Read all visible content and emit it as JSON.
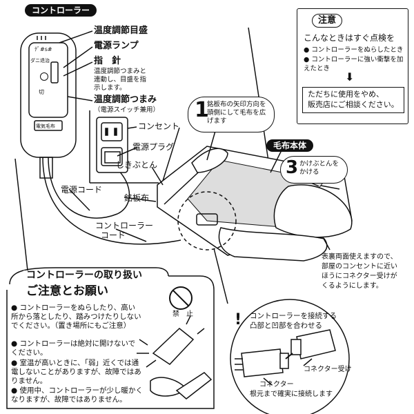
{
  "title_badge": "コントローラー",
  "controller_labels": {
    "scale": "温度調節目盛",
    "lamp": "電源ランプ",
    "pointer": "指　針",
    "pointer_desc": [
      "温度調節つまみと",
      "連動し、目盛を指",
      "示します。"
    ],
    "knob": "温度調節つまみ",
    "knob_sub": "（電源スイッチ兼用）"
  },
  "outlet_labels": {
    "outlet": "コンセント",
    "plug": "電源プラグ",
    "shikibuton": "しきぶとん",
    "power_cord": "電源コード",
    "nameplate": "銘板布",
    "controller_cord": [
      "コントローラー",
      "コード"
    ]
  },
  "device_text": {
    "top": "ﾃﾞ#s#",
    "mid": "ダニ退治",
    "off": "切",
    "brand": "電気毛布"
  },
  "caution": {
    "tag": "注意",
    "heading": "こんなときはすぐ点検を",
    "bullets": [
      "コントローラーをぬらしたとき",
      "コントローラーに強い衝撃を加えたとき"
    ],
    "arrow": "⬇",
    "action": [
      "ただちに使用をやめ、",
      "販売店にご相談ください。"
    ]
  },
  "steps": {
    "step1_num": "1",
    "step1_text": [
      "銘板布の矢印方向を",
      "頭側にして毛布を広",
      "げます"
    ],
    "blanket_label": "毛布本体",
    "step3_num": "3",
    "step3_text": [
      "かけぶとんを",
      "かける"
    ]
  },
  "reversible_note": [
    "表裏両面使えますので、",
    "部屋のコンセントに近い",
    "ほうにコネクター受けが",
    "くるようにします。"
  ],
  "handling": {
    "section_title": "コントローラーの取り扱い",
    "subtitle": "ご注意とお願い",
    "prohibit_label": "禁　止",
    "bullets": [
      "コントローラーをぬらしたり、高い所から落としたり、踏みつけたりしないでください。（置き場所にもご注意）",
      "コントローラーは絶対に開けないでください。",
      "室温が高いときに、「弱」近くでは通電しないことがありますが、故障ではありません。",
      "使用中、コントローラーが少し暖かくなりますが、故障ではありません。"
    ]
  },
  "connector": {
    "exclaim": "!",
    "instruction": [
      "コントローラーを接続する",
      "凸部と凹部を合わせる"
    ],
    "receiver": "コネクター受け",
    "connector": "コネクター",
    "note": "根元まで確実に接続します"
  }
}
